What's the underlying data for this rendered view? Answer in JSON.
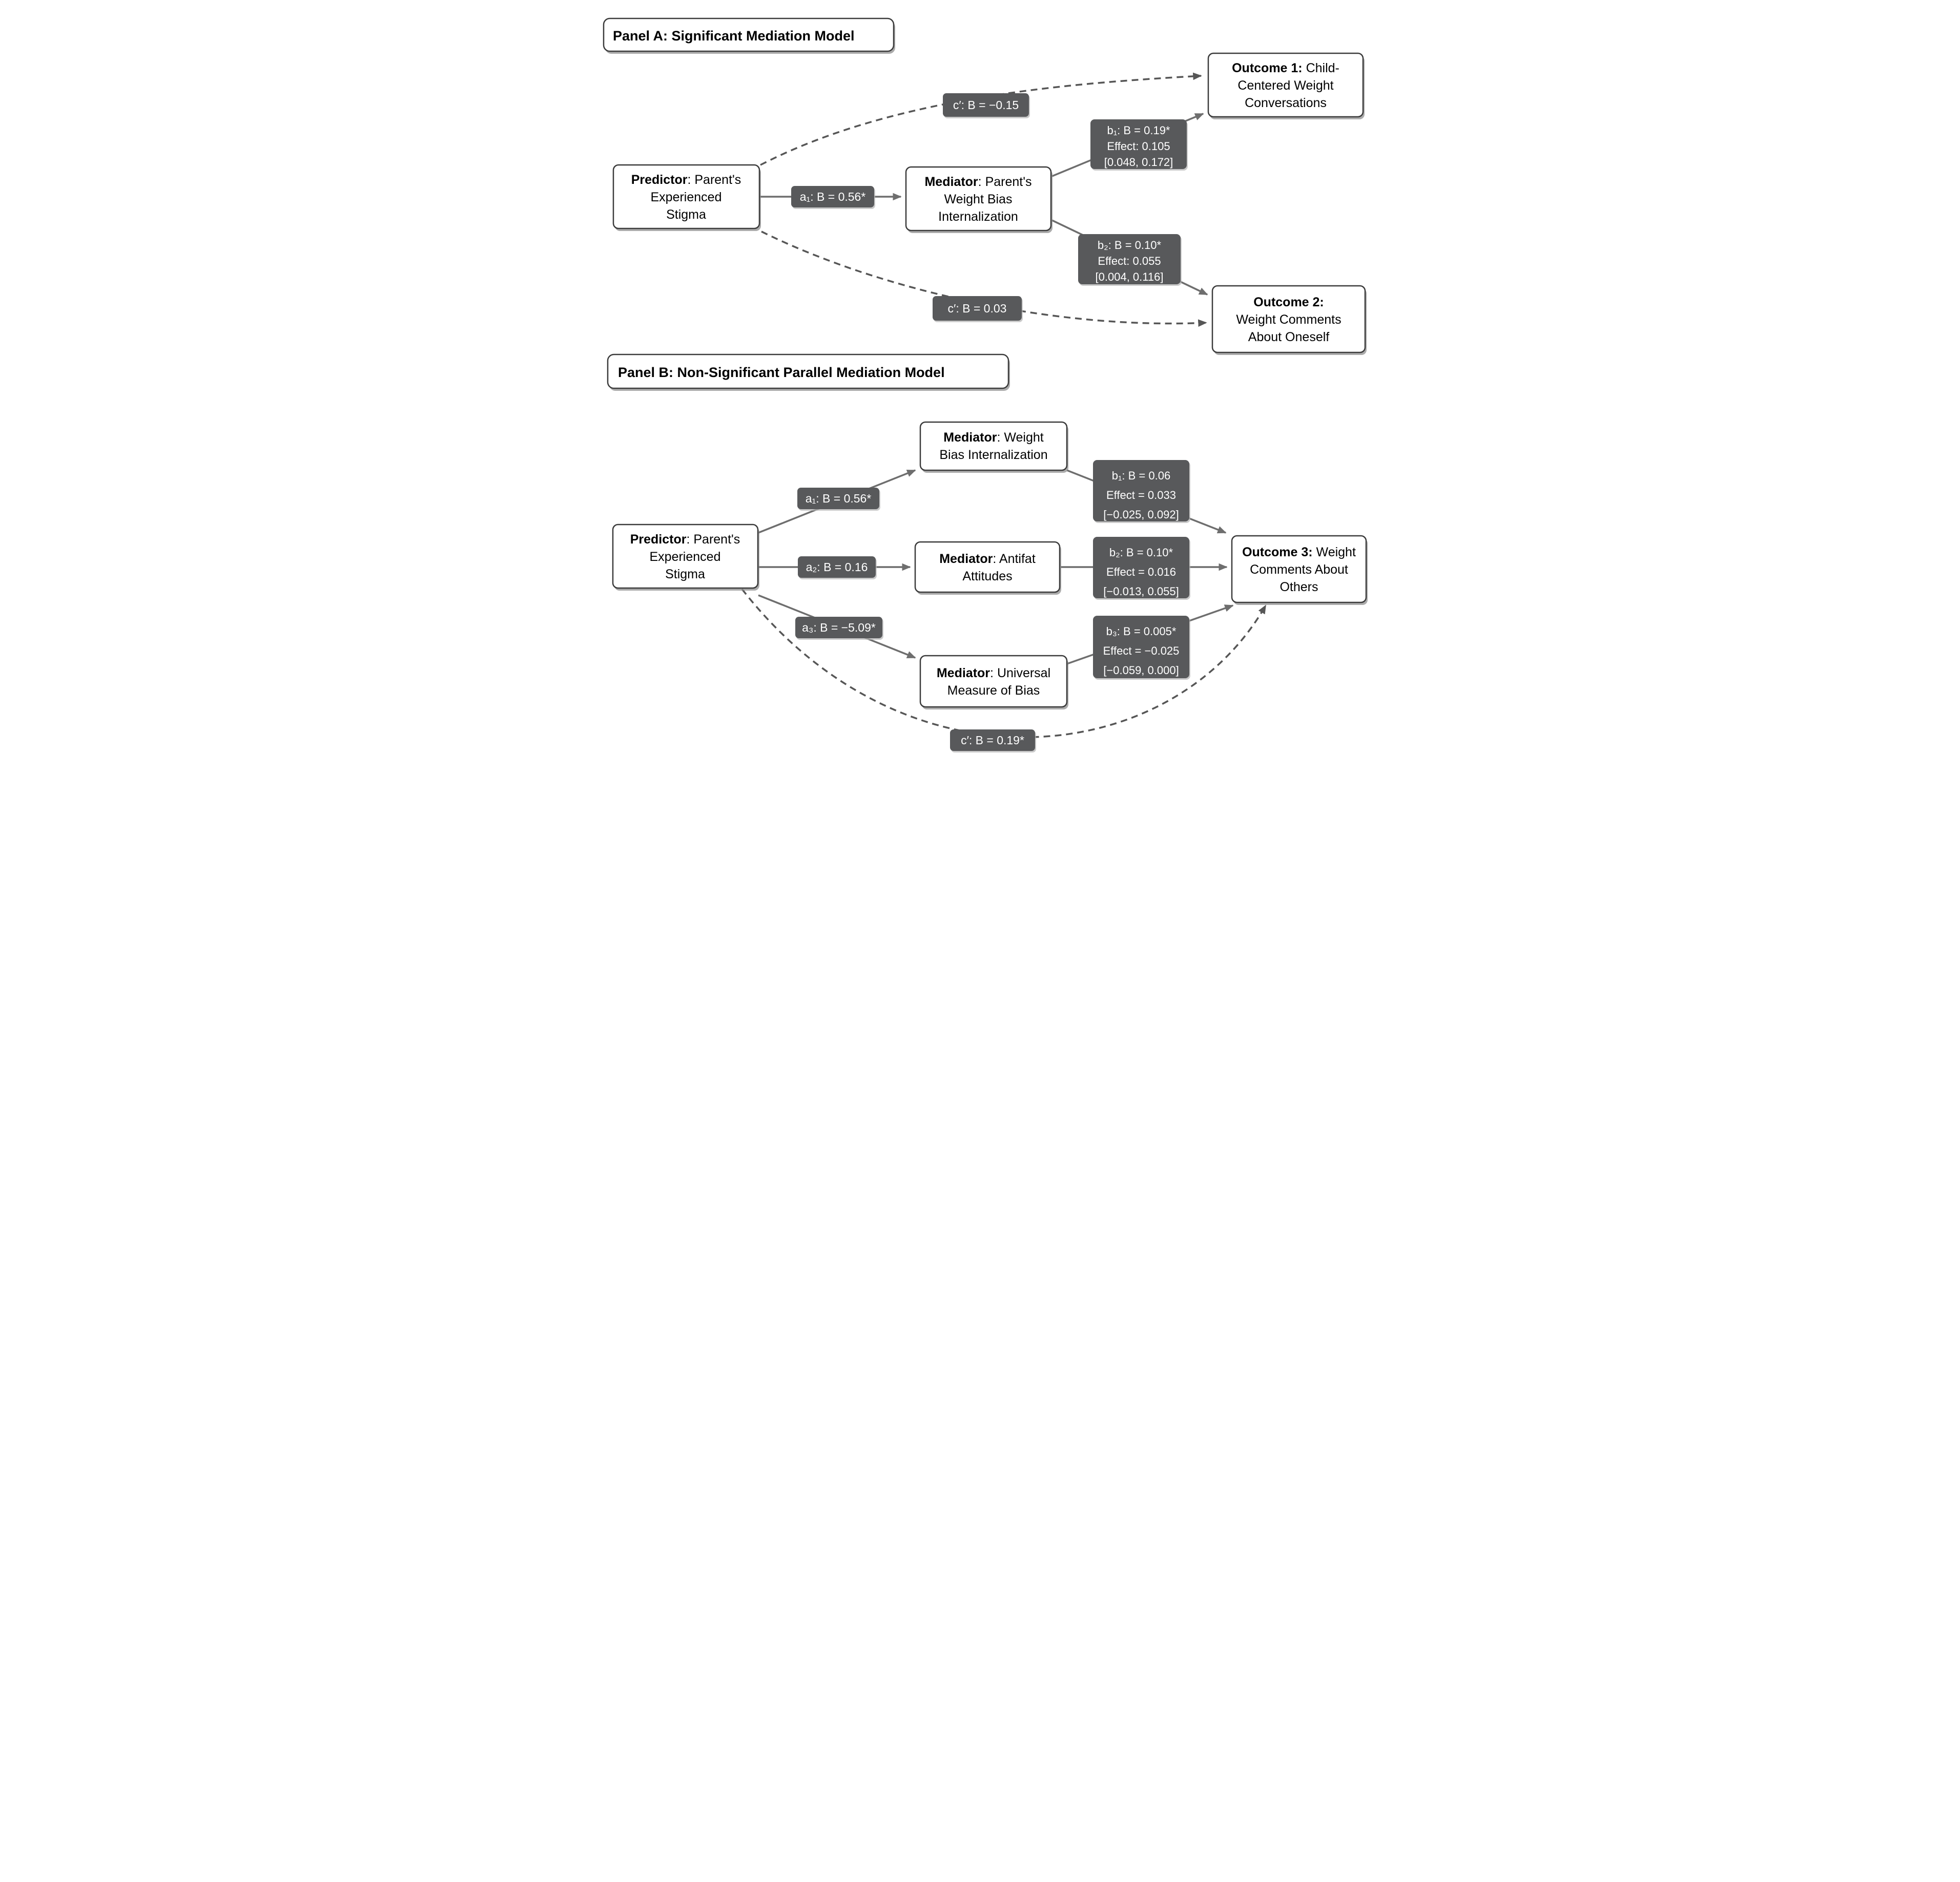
{
  "figure": {
    "type": "parallel-mediation-path-diagram",
    "panels": [
      "Panel A",
      "Panel B"
    ]
  },
  "panel_a": {
    "title": "Panel A: Significant Mediation Model",
    "nodes": {
      "predictor": {
        "bold": "Predictor",
        "rest": ": Parent's",
        "line2": "Experienced",
        "line3": "Stigma"
      },
      "mediator": {
        "bold": "Mediator",
        "rest": ": Parent's",
        "line2": "Weight Bias",
        "line3": "Internalization"
      },
      "outcome1": {
        "bold": "Outcome 1:",
        "rest": " Child-",
        "line2": "Centered Weight",
        "line3": "Conversations"
      },
      "outcome2": {
        "bold": "Outcome 2:",
        "rest": "",
        "line2": "Weight Comments",
        "line3": "About Oneself"
      }
    },
    "paths": {
      "a1": "a₁: B = 0.56*",
      "c_prime_top": "c′: B = −0.15",
      "c_prime_bottom": "c′: B = 0.03",
      "b1": {
        "line1": "b₁: B = 0.19*",
        "line2": "Effect: 0.105",
        "line3": "[0.048, 0.172]"
      },
      "b2": {
        "line1": "b₂: B = 0.10*",
        "line2": "Effect: 0.055",
        "line3": "[0.004, 0.116]"
      }
    }
  },
  "panel_b": {
    "title": "Panel B: Non-Significant Parallel Mediation Model",
    "nodes": {
      "predictor": {
        "bold": "Predictor",
        "rest": ": Parent's",
        "line2": "Experienced",
        "line3": "Stigma"
      },
      "mediator1": {
        "bold": "Mediator",
        "rest": ": Weight",
        "line2": "Bias Internalization"
      },
      "mediator2": {
        "bold": "Mediator",
        "rest": ": Antifat",
        "line2": "Attitudes"
      },
      "mediator3": {
        "bold": "Mediator",
        "rest": ": Universal",
        "line2": "Measure of Bias"
      },
      "outcome3": {
        "bold": "Outcome 3:",
        "rest": " Weight",
        "line2": "Comments About",
        "line3": "Others"
      }
    },
    "paths": {
      "a1": "a₁: B = 0.56*",
      "a2": "a₂: B = 0.16",
      "a3": "a₃: B = −5.09*",
      "b1": {
        "line1": "b₁: B = 0.06",
        "line2": "Effect = 0.033",
        "line3": "[−0.025, 0.092]"
      },
      "b2": {
        "line1": "b₂: B = 0.10*",
        "line2": "Effect = 0.016",
        "line3": "[−0.013, 0.055]"
      },
      "b3": {
        "line1": "b₃: B = 0.005*",
        "line2": "Effect = −0.025",
        "line3": "[−0.059, 0.000]"
      },
      "c_prime": "c′: B = 0.19*"
    }
  },
  "colors": {
    "background": "#ffffff",
    "node_fill": "#ffffff",
    "node_border": "#3b3b3b",
    "label_background": "#58595b",
    "label_text": "#ffffff",
    "solid_arrow": "#6e6e6e",
    "dashed_arrow": "#565656",
    "text": "#000000"
  }
}
